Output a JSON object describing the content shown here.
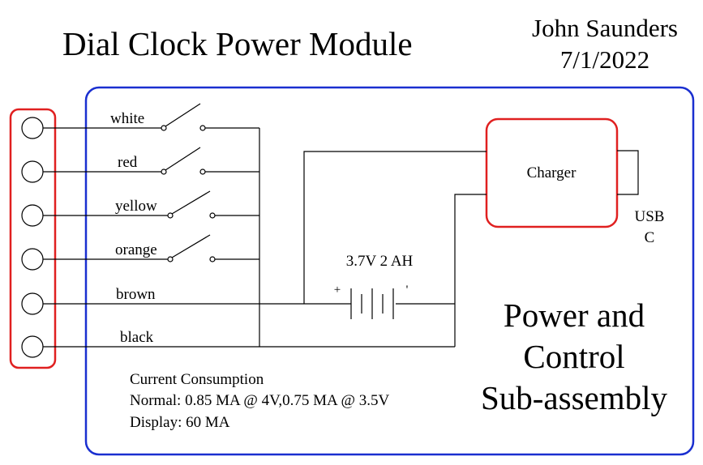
{
  "title": "Dial Clock Power Module",
  "author": "John Saunders",
  "date": "7/1/2022",
  "connector": {
    "pin_count": 6
  },
  "wires": [
    {
      "label": "white",
      "type": "switch"
    },
    {
      "label": "red",
      "type": "switch"
    },
    {
      "label": "yellow",
      "type": "switch"
    },
    {
      "label": "orange",
      "type": "switch"
    },
    {
      "label": "brown",
      "type": "wire"
    },
    {
      "label": "black",
      "type": "wire"
    }
  ],
  "battery": {
    "label": "3.7V 2 AH",
    "plus": "+",
    "minus": "'"
  },
  "charger": {
    "label": "Charger",
    "port_line1": "USB",
    "port_line2": "C"
  },
  "subassembly": {
    "line1": "Power and",
    "line2": "Control",
    "line3": "Sub-assembly"
  },
  "consumption": {
    "heading": "Current Consumption",
    "normal": "Normal: 0.85 MA @ 4V,0.75 MA @ 3.5V",
    "display": "Display: 60 MA"
  },
  "colors": {
    "connector_outline": "#e02020",
    "module_outline": "#1a2fd0",
    "charger_outline": "#e02020"
  }
}
